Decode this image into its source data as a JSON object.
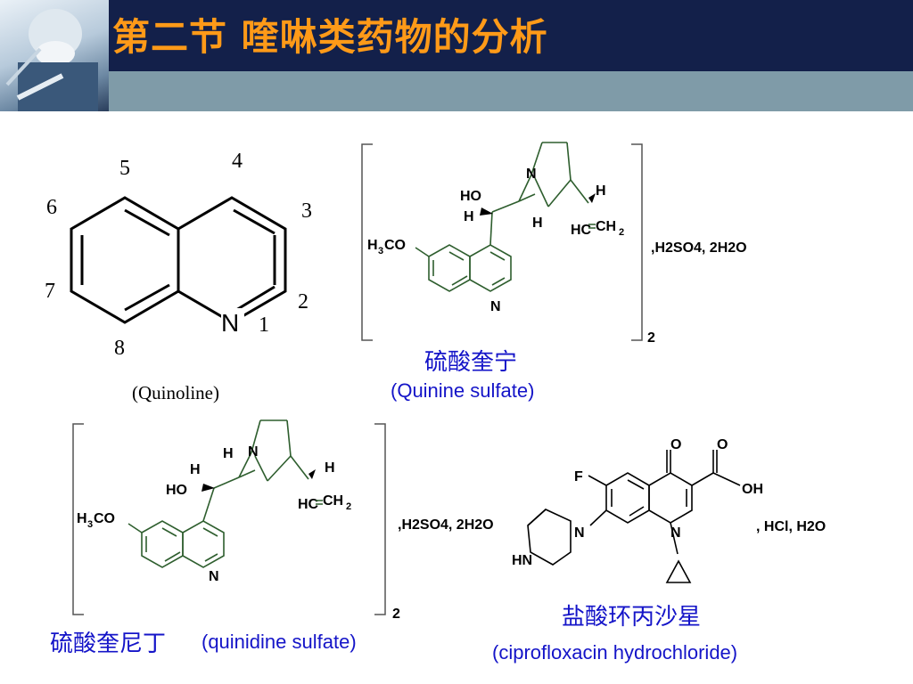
{
  "slide": {
    "title": "第二节  喹啉类药物的分析",
    "colors": {
      "header": "#13204a",
      "band": "#7f9ba8",
      "title": "#ff9a18",
      "caption": "#1414c8",
      "structure": "#2e5e2e"
    }
  },
  "quinoline": {
    "positions": [
      "5",
      "4",
      "6",
      "3",
      "7",
      "2",
      "8",
      "1"
    ],
    "atom_n": "N",
    "caption": "(Quinoline)"
  },
  "quinine": {
    "subscript_count": "2",
    "salt_text": ",H2SO4, 2H2O",
    "caption_cn": "硫酸奎宁",
    "caption_en": "(Quinine sulfate)"
  },
  "quinidine": {
    "subscript_count": "2",
    "salt_text": ",H2SO4, 2H2O",
    "caption_cn": "硫酸奎尼丁",
    "caption_en": "(quinidine sulfate)"
  },
  "ciprofloxacin": {
    "salt_text": ", HCl, H2O",
    "caption_cn": "盐酸环丙沙星",
    "caption_en": "(ciprofloxacin hydrochloride)"
  }
}
